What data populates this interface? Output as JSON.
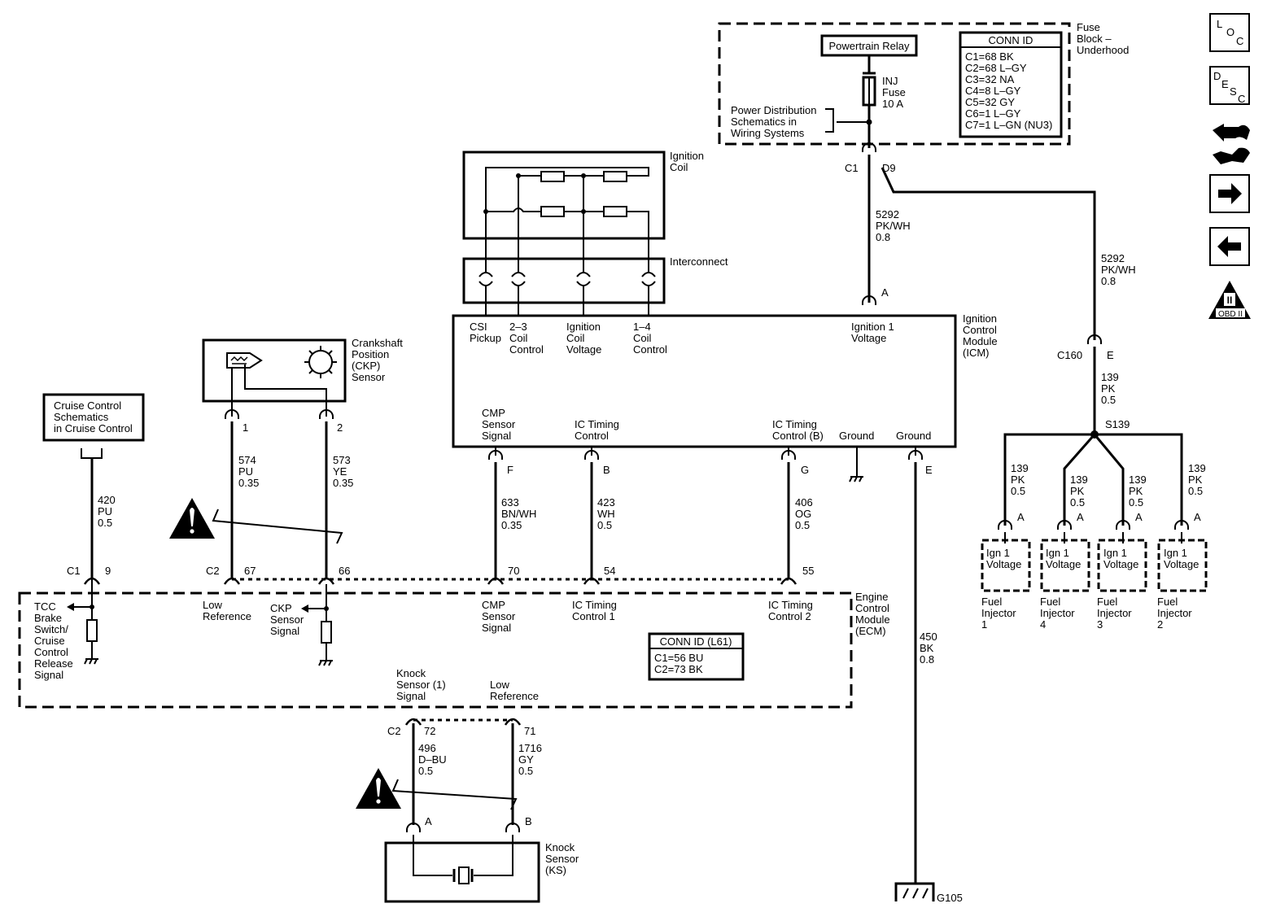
{
  "fuse_block": {
    "label": [
      "Fuse",
      "Block –",
      "Underhood"
    ],
    "relay": "Powertrain Relay",
    "fuse": [
      "INJ",
      "Fuse",
      "10 A"
    ],
    "power_ref": [
      "Power Distribution",
      "Schematics in",
      "Wiring Systems"
    ],
    "conn_id_title": "CONN ID",
    "conn_ids": [
      "C1=68 BK",
      "C2=68 L–GY",
      "C3=32 NA",
      "C4=8 L–GY",
      "C5=32 GY",
      "C6=1 L–GY",
      "C7=1 L–GN (NU3)"
    ],
    "c1": "C1",
    "d9": "D9"
  },
  "ignition_coil": {
    "label": [
      "Ignition",
      "Coil"
    ],
    "interconnect": "Interconnect"
  },
  "icm": {
    "label": [
      "Ignition",
      "Control",
      "Module",
      "(ICM)"
    ],
    "top_pins": [
      [
        "CSI",
        "Pickup"
      ],
      [
        "2–3",
        "Coil",
        "Control"
      ],
      [
        "Ignition",
        "Coil",
        "Voltage"
      ],
      [
        "1–4",
        "Coil",
        "Control"
      ],
      [
        "Ignition 1",
        "Voltage"
      ]
    ],
    "bottom_pins": [
      [
        "CMP",
        "Sensor",
        "Signal"
      ],
      [
        "IC Timing",
        "Control"
      ],
      [
        "IC Timing",
        "Control (B)"
      ],
      [
        "Ground"
      ],
      [
        "Ground"
      ]
    ],
    "pin_a": "A",
    "pin_f": "F",
    "pin_b": "B",
    "pin_g": "G",
    "pin_e": "E"
  },
  "ckp": {
    "label": [
      "Crankshaft",
      "Position",
      "(CKP)",
      "Sensor"
    ],
    "pin1": "1",
    "pin2": "2",
    "wire1": [
      "574",
      "PU",
      "0.35"
    ],
    "wire2": [
      "573",
      "YE",
      "0.35"
    ]
  },
  "cruise": {
    "box": [
      "Cruise Control",
      "Schematics",
      "in Cruise Control"
    ],
    "wire": [
      "420",
      "PU",
      "0.5"
    ]
  },
  "wires": {
    "w5292a": [
      "5292",
      "PK/WH",
      "0.8"
    ],
    "w5292b": [
      "5292",
      "PK/WH",
      "0.8"
    ],
    "w633": [
      "633",
      "BN/WH",
      "0.35"
    ],
    "w423": [
      "423",
      "WH",
      "0.5"
    ],
    "w406": [
      "406",
      "OG",
      "0.5"
    ],
    "w450": [
      "450",
      "BK",
      "0.8"
    ],
    "w139": [
      "139",
      "PK",
      "0.5"
    ],
    "w496": [
      "496",
      "D–BU",
      "0.5"
    ],
    "w1716": [
      "1716",
      "GY",
      "0.5"
    ]
  },
  "c160": {
    "name": "C160",
    "pin": "E"
  },
  "splice": "S139",
  "injectors": [
    {
      "wire": [
        "139",
        "PK",
        "0.5"
      ],
      "pin": "A",
      "box": [
        "Ign 1",
        "Voltage"
      ],
      "label": [
        "Fuel",
        "Injector",
        "1"
      ]
    },
    {
      "wire": [
        "139",
        "PK",
        "0.5"
      ],
      "pin": "A",
      "box": [
        "Ign 1",
        "Voltage"
      ],
      "label": [
        "Fuel",
        "Injector",
        "4"
      ]
    },
    {
      "wire": [
        "139",
        "PK",
        "0.5"
      ],
      "pin": "A",
      "box": [
        "Ign 1",
        "Voltage"
      ],
      "label": [
        "Fuel",
        "Injector",
        "3"
      ]
    },
    {
      "wire": [
        "139",
        "PK",
        "0.5"
      ],
      "pin": "A",
      "box": [
        "Ign 1",
        "Voltage"
      ],
      "label": [
        "Fuel",
        "Injector",
        "2"
      ]
    }
  ],
  "ecm": {
    "label": [
      "Engine",
      "Control",
      "Module",
      "(ECM)"
    ],
    "connectors": {
      "c1": "C1",
      "c1_pin": "9",
      "c2": "C2",
      "p67": "67",
      "p66": "66",
      "p70": "70",
      "p54": "54",
      "p55": "55"
    },
    "tcc": [
      "TCC",
      "Brake",
      "Switch/",
      "Cruise",
      "Control",
      "Release",
      "Signal"
    ],
    "low_ref": [
      "Low",
      "Reference"
    ],
    "ckp_signal": [
      "CKP",
      "Sensor",
      "Signal"
    ],
    "cmp_signal": [
      "CMP",
      "Sensor",
      "Signal"
    ],
    "ict1": [
      "IC Timing",
      "Control 1"
    ],
    "ict2": [
      "IC Timing",
      "Control 2"
    ],
    "conn_id_title": "CONN ID (L61)",
    "conn_ids": [
      "C1=56 BU",
      "C2=73 BK"
    ],
    "knock_signal": [
      "Knock",
      "Sensor (1)",
      "Signal"
    ],
    "knock_low_ref": [
      "Low",
      "Reference"
    ],
    "c2_bottom": "C2",
    "p72": "72",
    "p71": "71"
  },
  "knock": {
    "label": [
      "Knock",
      "Sensor",
      "(KS)"
    ],
    "pin_a": "A",
    "pin_b": "B"
  },
  "ground": "G105",
  "nav": {
    "loc": [
      "L",
      "O",
      "C"
    ],
    "desc": [
      "D",
      "E",
      "S",
      "C"
    ],
    "obd": "OBD II",
    "obd_numeral": "II"
  }
}
